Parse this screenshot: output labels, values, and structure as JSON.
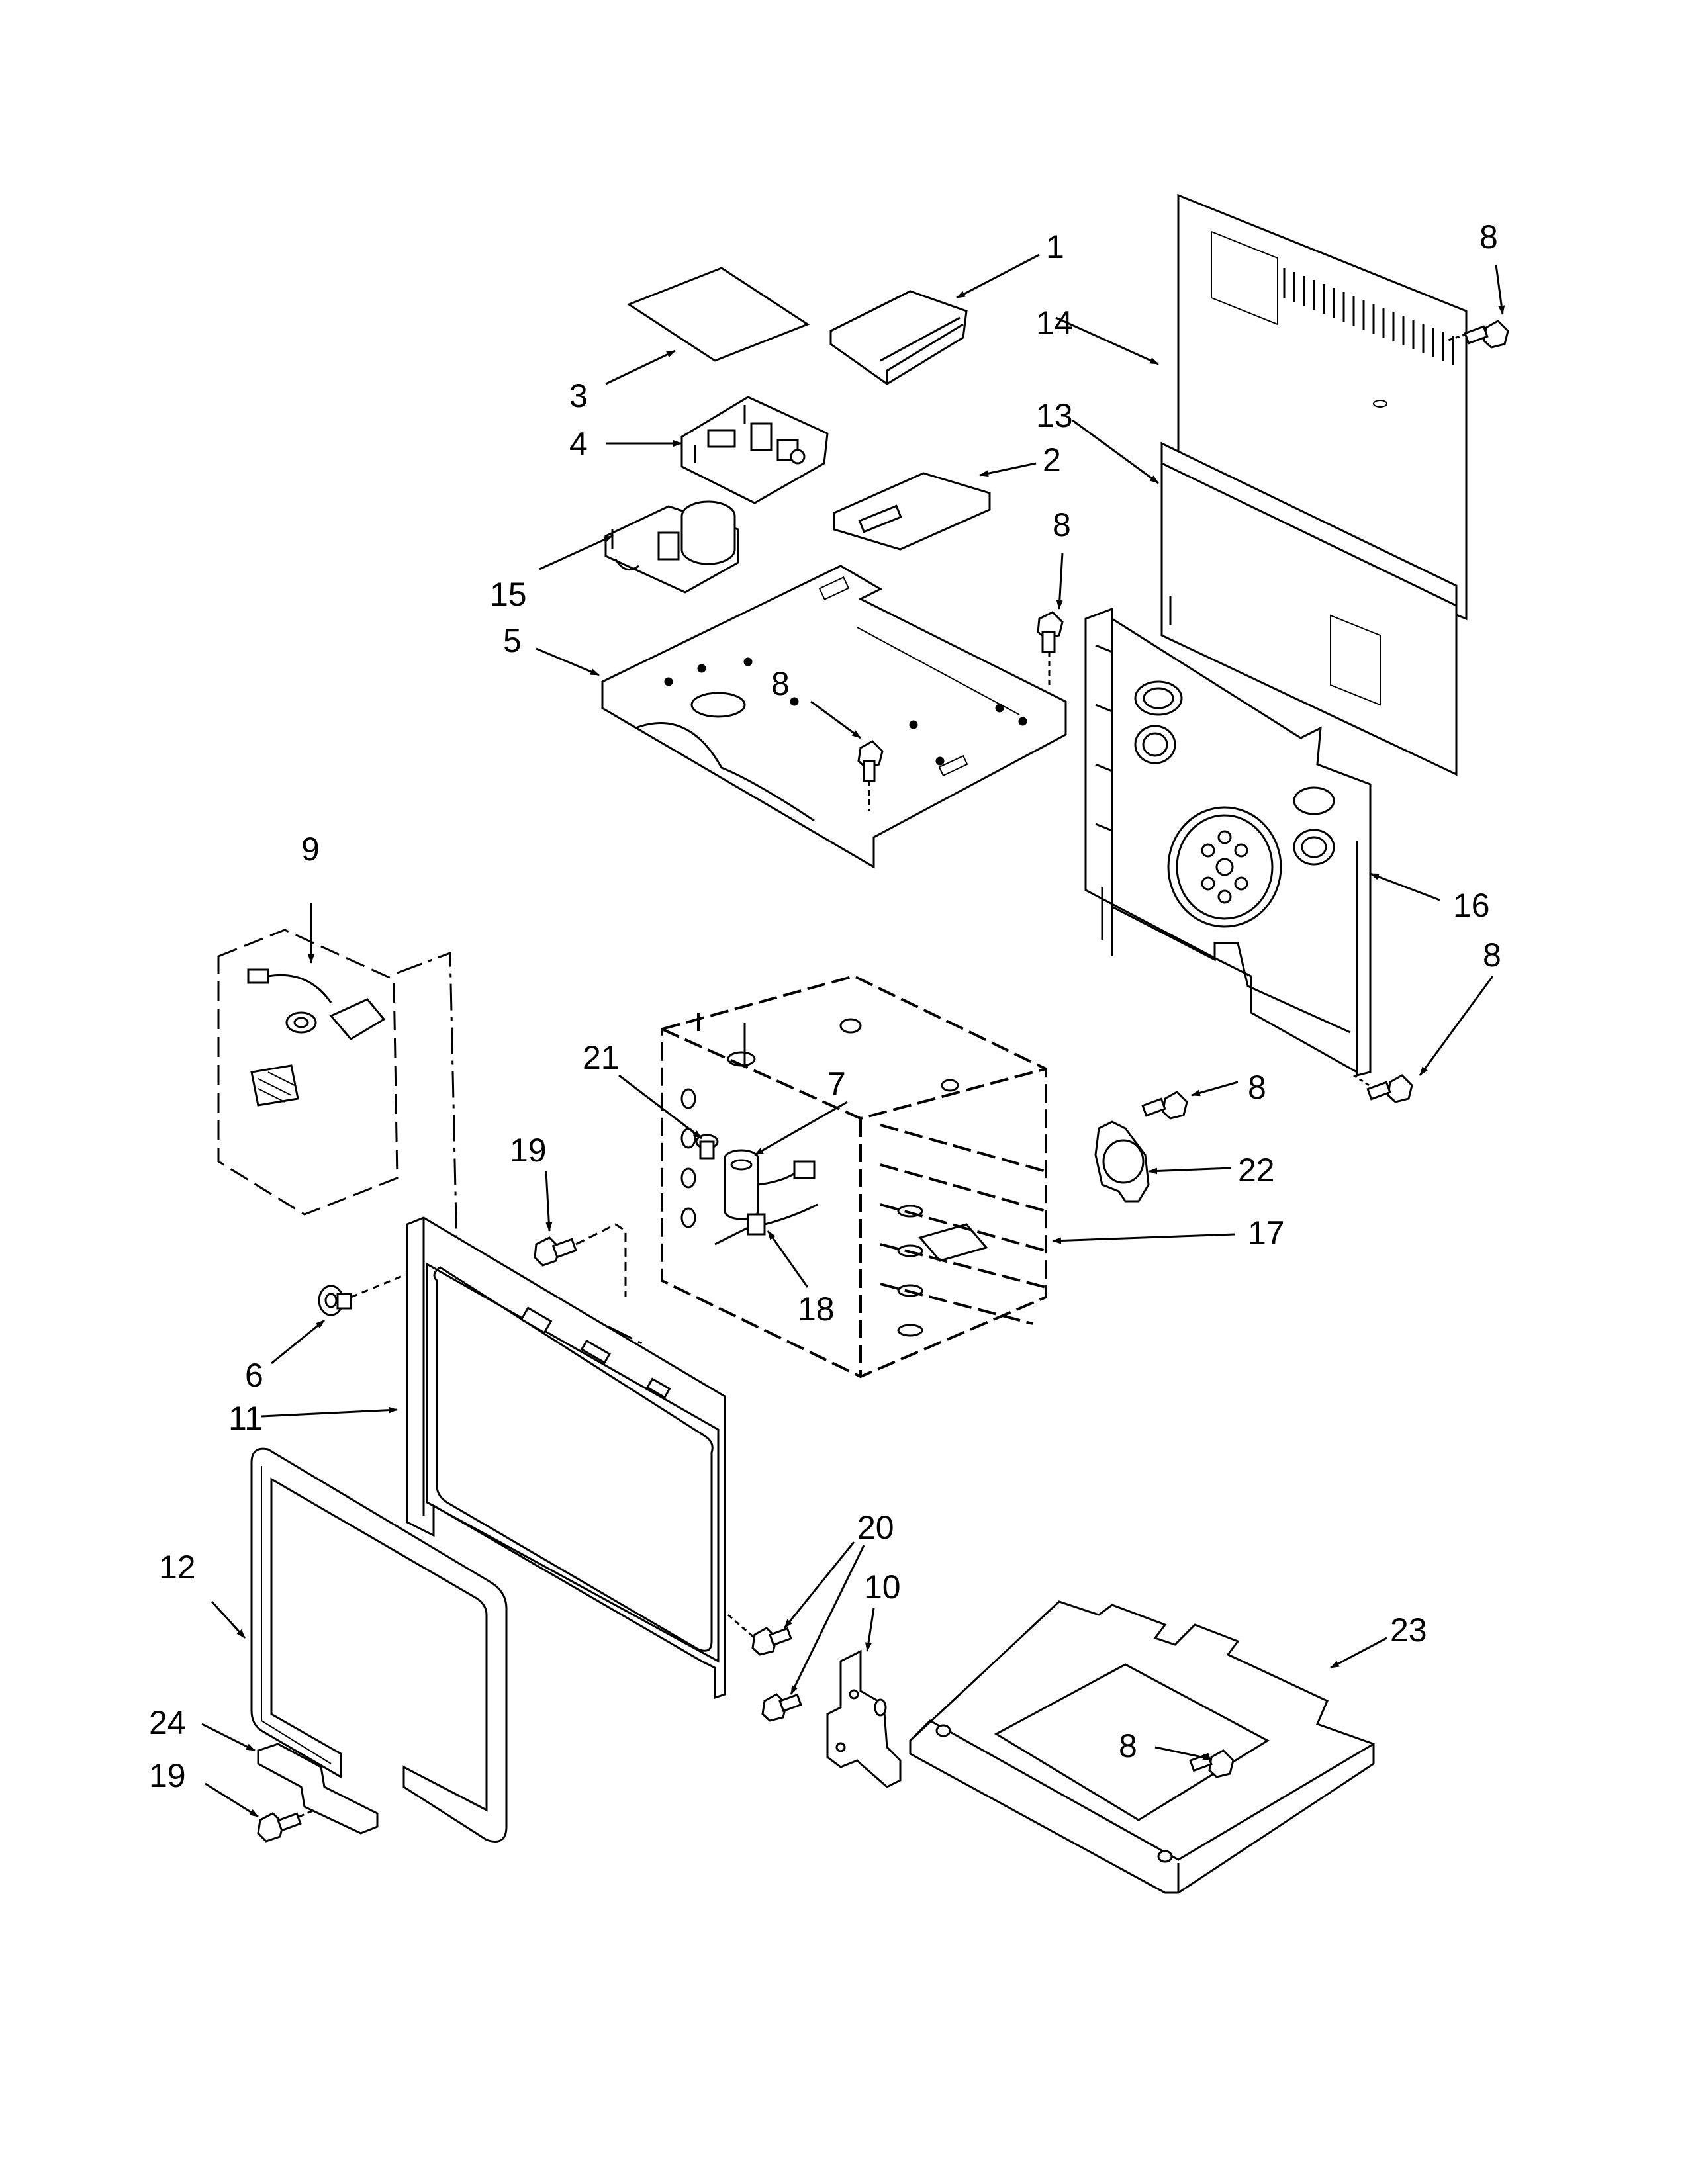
{
  "colors": {
    "ink": "#000000",
    "paper": "#ffffff",
    "panel_shade": "#f2f2f2"
  },
  "callouts": [
    {
      "id": "c1",
      "label": "1"
    },
    {
      "id": "c2",
      "label": "2"
    },
    {
      "id": "c3",
      "label": "3"
    },
    {
      "id": "c4",
      "label": "4"
    },
    {
      "id": "c5",
      "label": "5"
    },
    {
      "id": "c6",
      "label": "6"
    },
    {
      "id": "c7",
      "label": "7"
    },
    {
      "id": "c8a",
      "label": "8"
    },
    {
      "id": "c8b",
      "label": "8"
    },
    {
      "id": "c8c",
      "label": "8"
    },
    {
      "id": "c8d",
      "label": "8"
    },
    {
      "id": "c8e",
      "label": "8"
    },
    {
      "id": "c8f",
      "label": "8"
    },
    {
      "id": "c9",
      "label": "9"
    },
    {
      "id": "c10",
      "label": "10"
    },
    {
      "id": "c11",
      "label": "11"
    },
    {
      "id": "c12",
      "label": "12"
    },
    {
      "id": "c13",
      "label": "13"
    },
    {
      "id": "c14",
      "label": "14"
    },
    {
      "id": "c15",
      "label": "15"
    },
    {
      "id": "c16",
      "label": "16"
    },
    {
      "id": "c17",
      "label": "17"
    },
    {
      "id": "c18",
      "label": "18"
    },
    {
      "id": "c19a",
      "label": "19"
    },
    {
      "id": "c19b",
      "label": "19"
    },
    {
      "id": "c20",
      "label": "20"
    },
    {
      "id": "c21",
      "label": "21"
    },
    {
      "id": "c22",
      "label": "22"
    },
    {
      "id": "c23",
      "label": "23"
    },
    {
      "id": "c24",
      "label": "24"
    },
    {
      "id": "c8g",
      "label": "8"
    }
  ]
}
